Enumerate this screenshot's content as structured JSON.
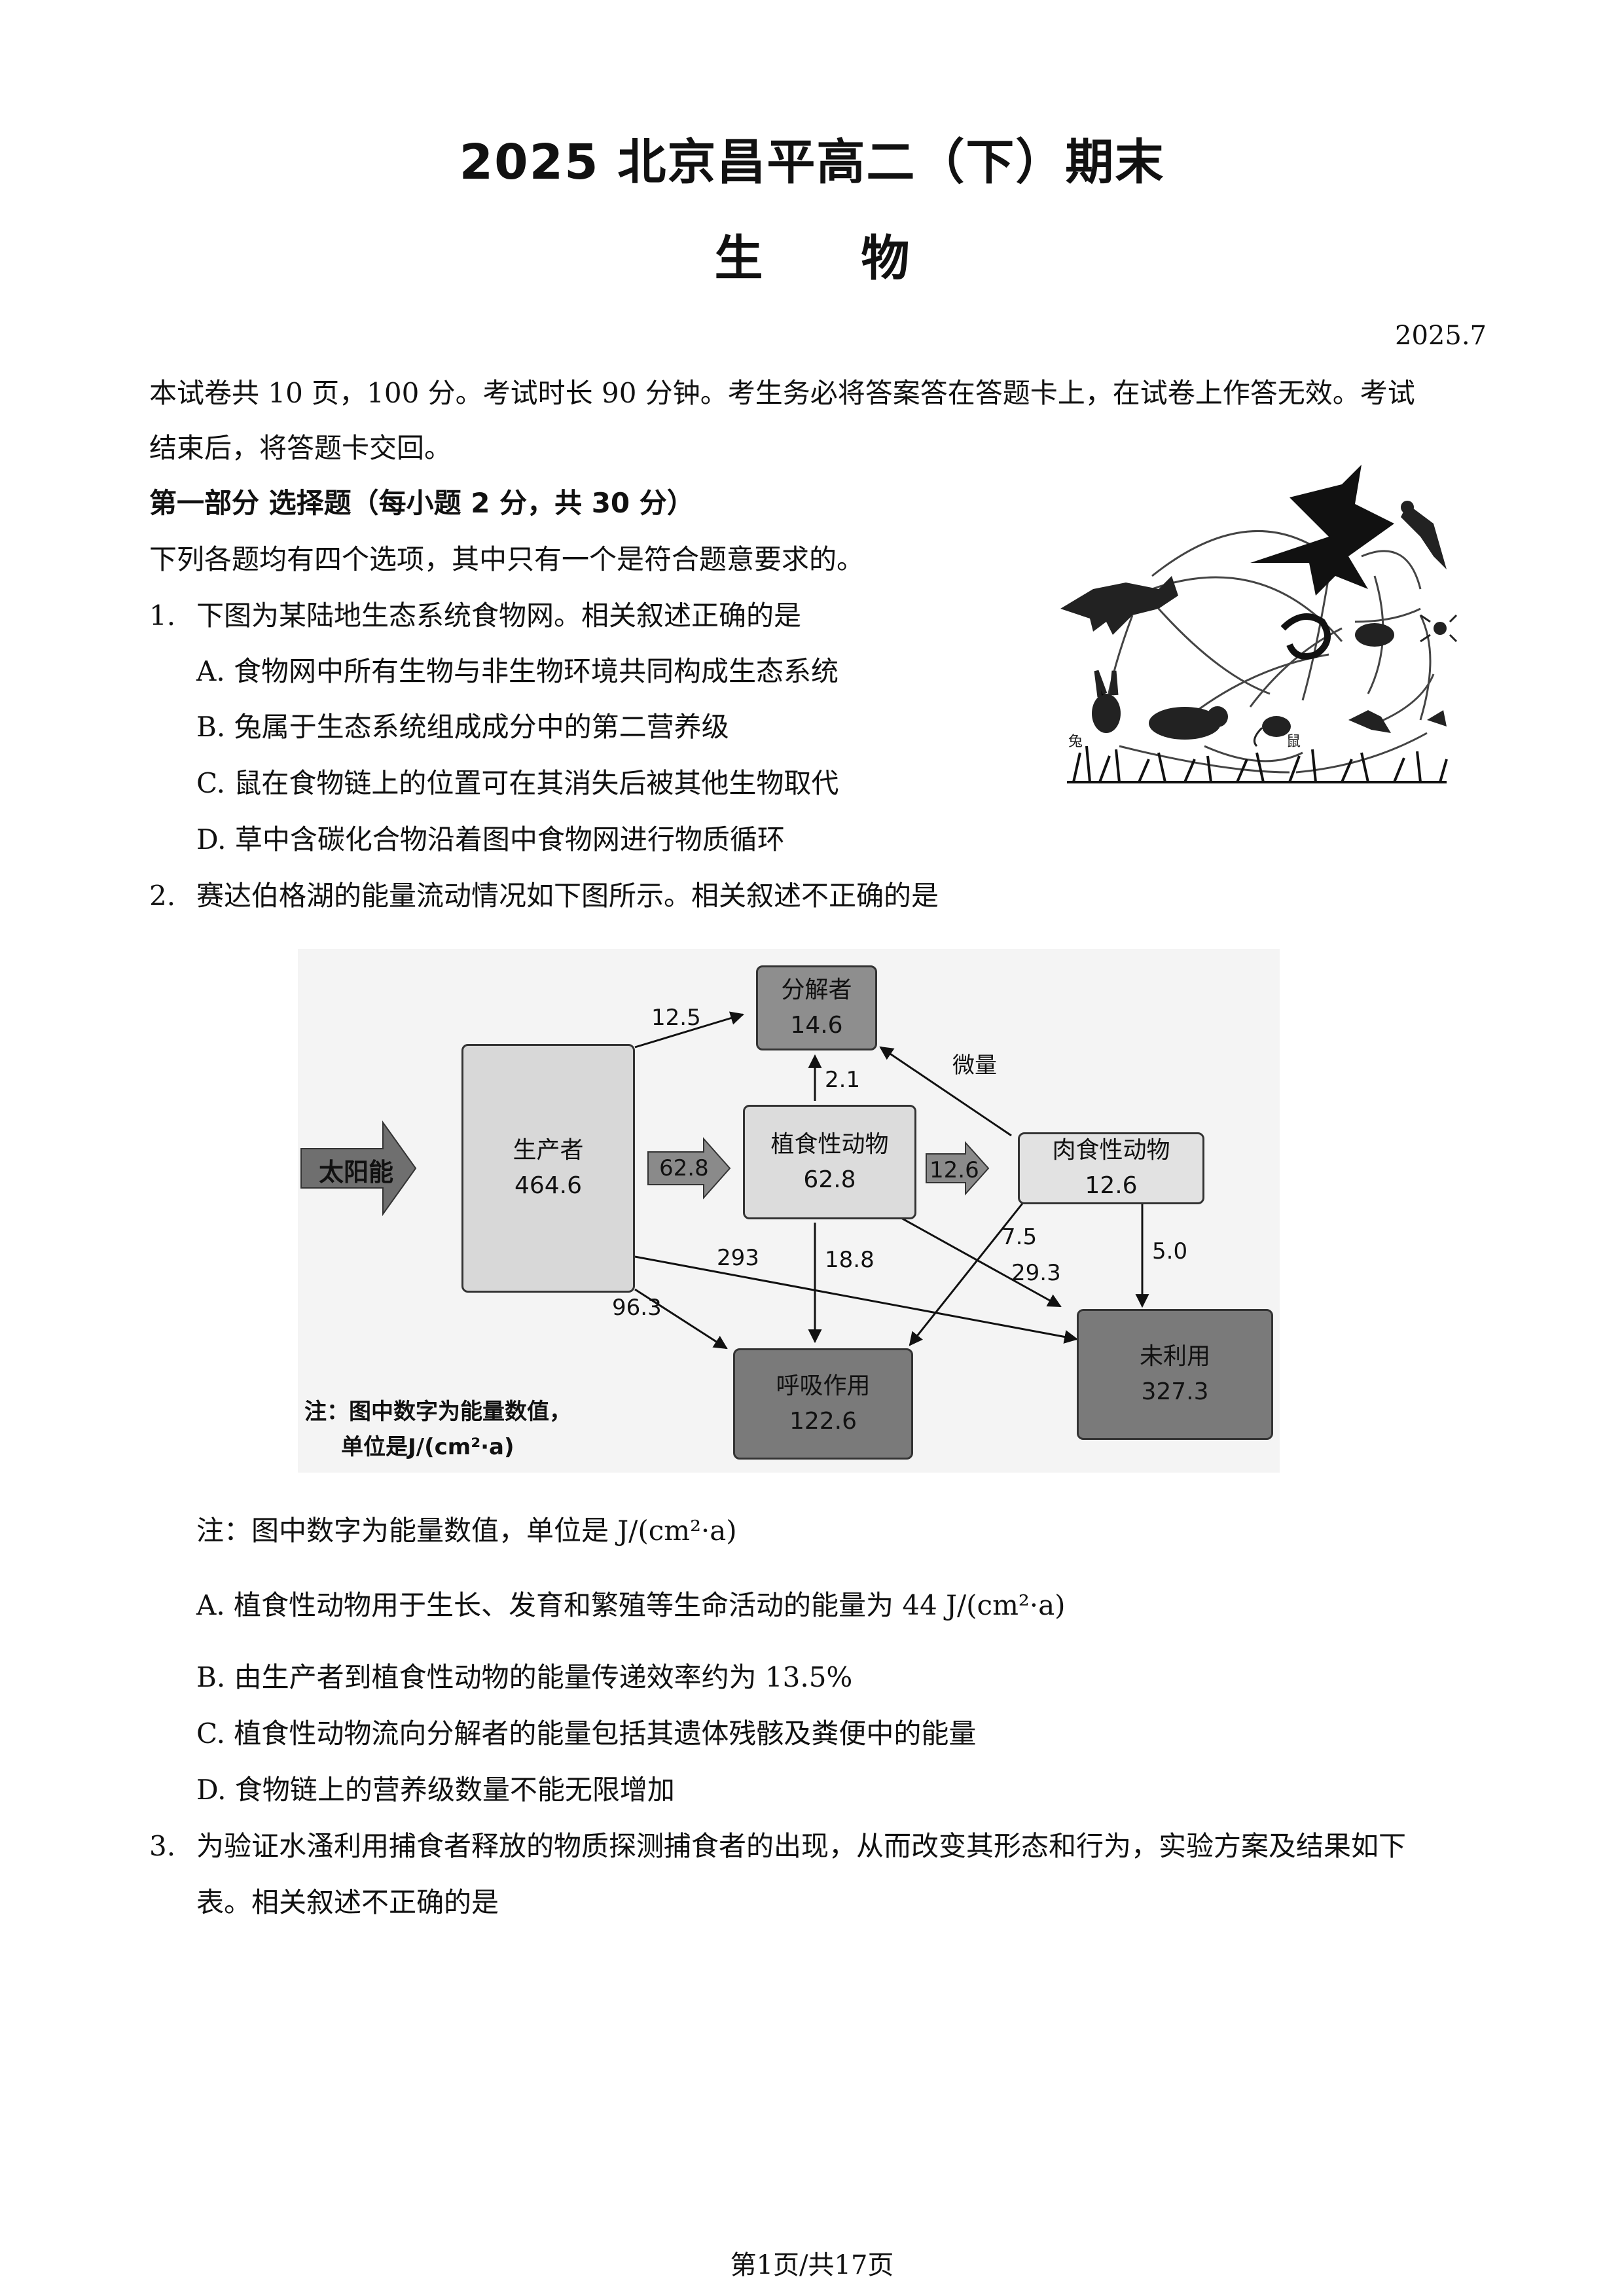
{
  "header": {
    "title": "2025 北京昌平高二（下）期末",
    "subject": "生物",
    "date": "2025.7"
  },
  "intro": {
    "line1": "本试卷共 10 页，100 分。考试时长 90 分钟。考生务必将答案答在答题卡上，在试卷上作答无效。考试",
    "line2": "结束后，将答题卡交回。"
  },
  "section1": {
    "heading": "第一部分 选择题（每小题 2 分，共 30 分）",
    "instruction": "下列各题均有四个选项，其中只有一个是符合题意要求的。"
  },
  "questions": [
    {
      "number": "1.",
      "stem": "下图为某陆地生态系统食物网。相关叙述正确的是",
      "options": [
        "A.  食物网中所有生物与非生物环境共同构成生态系统",
        "B.  兔属于生态系统组成成分中的第二营养级",
        "C.  鼠在食物链上的位置可在其消失后被其他生物取代",
        "D.  草中含碳化合物沿着图中食物网进行物质循环"
      ],
      "figure_labels": {
        "rabbit": "兔",
        "mouse": "鼠"
      }
    },
    {
      "number": "2.",
      "stem": "赛达伯格湖的能量流动情况如下图所示。相关叙述不正确的是",
      "diagram": {
        "sun": "太阳能",
        "producer": {
          "name": "生产者",
          "value": "464.6"
        },
        "decomposer": {
          "name": "分解者",
          "value": "14.6"
        },
        "herbivore": {
          "name": "植食性动物",
          "value": "62.8"
        },
        "carnivore": {
          "name": "肉食性动物",
          "value": "12.6"
        },
        "respiration": {
          "name": "呼吸作用",
          "value": "122.6"
        },
        "unused": {
          "name": "未利用",
          "value": "327.3"
        },
        "flows": {
          "producer_to_decomposer": "12.5",
          "producer_to_herbivore": "62.8",
          "herbivore_to_carnivore": "12.6",
          "herbivore_to_decomposer": "2.1",
          "carnivore_to_decomposer": "微量",
          "producer_to_unused": "293",
          "producer_to_respiration": "96.3",
          "herbivore_to_respiration": "18.8",
          "carnivore_to_respiration": "7.5",
          "herbivore_to_unused": "29.3",
          "carnivore_to_unused": "5.0"
        },
        "note_line1": "注：图中数字为能量数值，",
        "note_line2": "单位是J/(cm²·a)"
      },
      "note": "注：图中数字为能量数值，单位是 J/(cm²·a)",
      "options": [
        "A.  植食性动物用于生长、发育和繁殖等生命活动的能量为 44 J/(cm²·a)",
        "B.  由生产者到植食性动物的能量传递效率约为 13.5%",
        "C.  植食性动物流向分解者的能量包括其遗体残骸及粪便中的能量",
        "D.  食物链上的营养级数量不能无限增加"
      ]
    },
    {
      "number": "3.",
      "stem_line1": "为验证水溞利用捕食者释放的物质探测捕食者的出现，从而改变其形态和行为，实验方案及结果如下",
      "stem_line2": "表。相关叙述不正确的是"
    }
  ],
  "footer": "第1页/共17页"
}
